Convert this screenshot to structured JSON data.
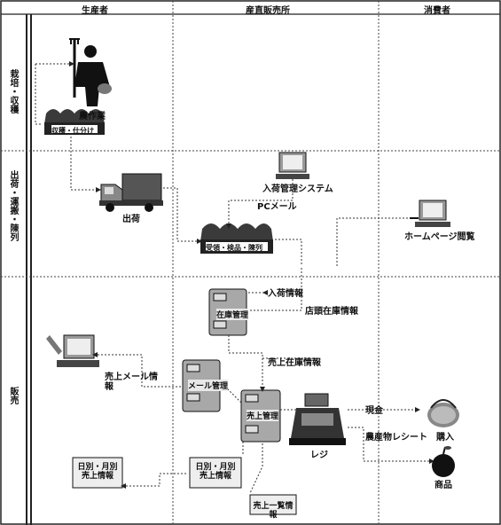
{
  "columns": [
    "生産者",
    "産直販売所",
    "消費者"
  ],
  "rows": [
    "栽培・収穫",
    "出荷・運搬・陳列",
    "販売"
  ],
  "nodes": {
    "farm_work": "農作業",
    "harvest_sort": "収穫・仕分け",
    "shipping": "出荷",
    "intake_system": "入荷管理システム",
    "receive_display": "受領・検品・陳列",
    "homepage": "ホームページ閲覧",
    "inventory_mgr": "在庫管理",
    "mail_mgr": "メール管理",
    "sales_mgr": "売上管理",
    "register": "レジ",
    "daily_sales_producer": "日別・月別 売上情報",
    "daily_sales_shop": "日別・月別 売上情報",
    "sales_list": "売上一覧情報",
    "purchase": "購入",
    "product": "商品"
  },
  "edges": {
    "mail_label": "PCメール",
    "stock_info": "入荷情報",
    "shop_stock_info": "店頭在庫情報",
    "sales_mail_info": "売上メール情報",
    "sales_stock_info": "売上在庫情報",
    "cash": "現金",
    "receipt": "農産物レシート"
  },
  "colors": {
    "line": "#222222",
    "dotted": "#444444",
    "device_fill": "#9a9a9a",
    "tray_fill": "#3a3a3a",
    "truck_fill": "#555555"
  }
}
